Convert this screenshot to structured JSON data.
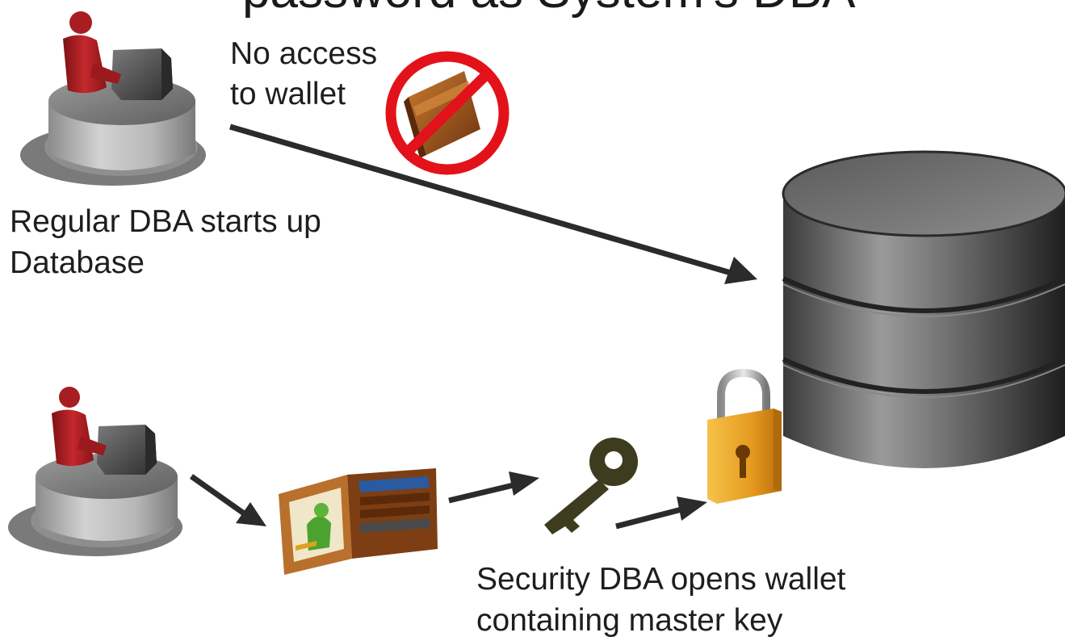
{
  "title": "password as System's DBA",
  "labels": {
    "no_access_line1": "No access",
    "no_access_line2": "to wallet",
    "regular_line1": "Regular DBA starts up",
    "regular_line2": "Database",
    "security_line1": "Security DBA opens wallet",
    "security_line2": "containing master key"
  },
  "icons": {
    "regular_dba": "person-at-workstation-icon",
    "security_dba": "person-at-workstation-icon",
    "blocked_wallet": "wallet-prohibited-icon",
    "open_wallet": "open-wallet-icon",
    "master_key": "key-icon",
    "lock": "padlock-icon",
    "database": "database-cylinder-icon"
  },
  "colors": {
    "person": "#b32024",
    "prohibit": "#e3121a",
    "wallet": "#8a4a18",
    "key": "#3e3c1e",
    "lock": "#e8a020",
    "database": "#3a3a3a",
    "arrow": "#2b2b2b"
  }
}
